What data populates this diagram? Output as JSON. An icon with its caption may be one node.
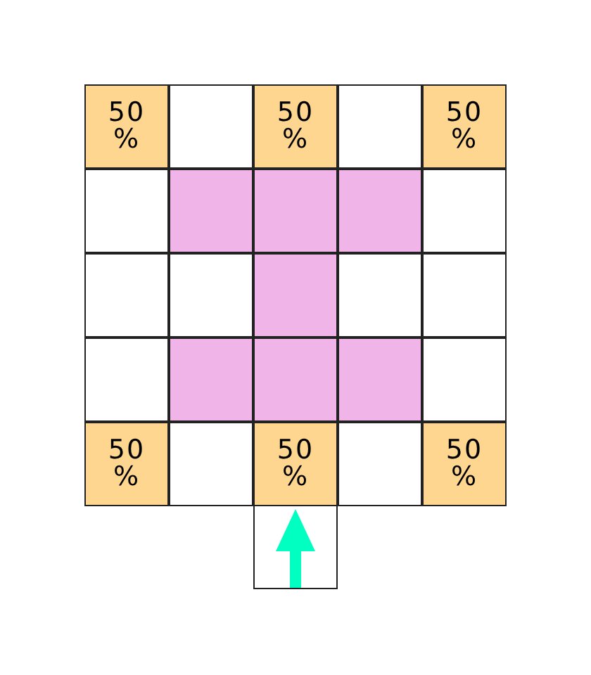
{
  "diagram": {
    "labels": [
      "50 %",
      "50 %",
      "50 %",
      "50 %",
      "50 %",
      "50 %"
    ]
  }
}
